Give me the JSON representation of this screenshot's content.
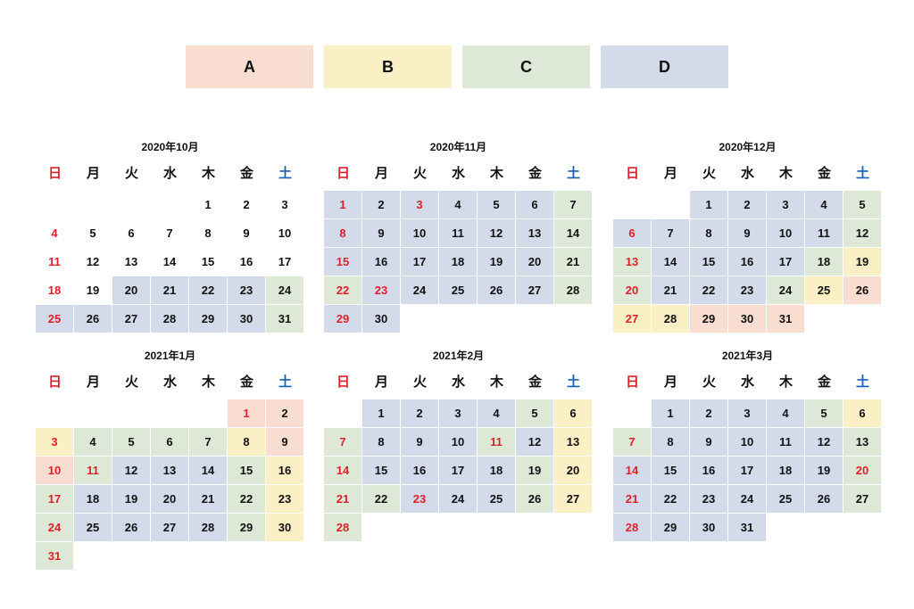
{
  "legend": [
    {
      "label": "A",
      "color": "#f8ddd0"
    },
    {
      "label": "B",
      "color": "#fbefc6"
    },
    {
      "label": "C",
      "color": "#dde9d6"
    },
    {
      "label": "D",
      "color": "#d3dbeb"
    }
  ],
  "weekdays": [
    "日",
    "月",
    "火",
    "水",
    "木",
    "金",
    "土"
  ],
  "months": [
    {
      "title": "2020年10月",
      "weeks": [
        [
          null,
          null,
          null,
          null,
          {
            "day": "1"
          },
          {
            "day": "2"
          },
          {
            "day": "3"
          }
        ],
        [
          {
            "day": "4",
            "red": true
          },
          {
            "day": "5"
          },
          {
            "day": "6"
          },
          {
            "day": "7"
          },
          {
            "day": "8"
          },
          {
            "day": "9"
          },
          {
            "day": "10"
          }
        ],
        [
          {
            "day": "11",
            "red": true
          },
          {
            "day": "12"
          },
          {
            "day": "13"
          },
          {
            "day": "14"
          },
          {
            "day": "15"
          },
          {
            "day": "16"
          },
          {
            "day": "17"
          }
        ],
        [
          {
            "day": "18",
            "red": true
          },
          {
            "day": "19"
          },
          {
            "day": "20",
            "cat": "D"
          },
          {
            "day": "21",
            "cat": "D"
          },
          {
            "day": "22",
            "cat": "D"
          },
          {
            "day": "23",
            "cat": "D"
          },
          {
            "day": "24",
            "cat": "C"
          }
        ],
        [
          {
            "day": "25",
            "red": true,
            "cat": "D"
          },
          {
            "day": "26",
            "cat": "D"
          },
          {
            "day": "27",
            "cat": "D"
          },
          {
            "day": "28",
            "cat": "D"
          },
          {
            "day": "29",
            "cat": "D"
          },
          {
            "day": "30",
            "cat": "D"
          },
          {
            "day": "31",
            "cat": "C"
          }
        ]
      ]
    },
    {
      "title": "2020年11月",
      "weeks": [
        [
          {
            "day": "1",
            "red": true,
            "cat": "D"
          },
          {
            "day": "2",
            "cat": "D"
          },
          {
            "day": "3",
            "red": true,
            "cat": "D"
          },
          {
            "day": "4",
            "cat": "D"
          },
          {
            "day": "5",
            "cat": "D"
          },
          {
            "day": "6",
            "cat": "D"
          },
          {
            "day": "7",
            "cat": "C"
          }
        ],
        [
          {
            "day": "8",
            "red": true,
            "cat": "D"
          },
          {
            "day": "9",
            "cat": "D"
          },
          {
            "day": "10",
            "cat": "D"
          },
          {
            "day": "11",
            "cat": "D"
          },
          {
            "day": "12",
            "cat": "D"
          },
          {
            "day": "13",
            "cat": "D"
          },
          {
            "day": "14",
            "cat": "C"
          }
        ],
        [
          {
            "day": "15",
            "red": true,
            "cat": "D"
          },
          {
            "day": "16",
            "cat": "D"
          },
          {
            "day": "17",
            "cat": "D"
          },
          {
            "day": "18",
            "cat": "D"
          },
          {
            "day": "19",
            "cat": "D"
          },
          {
            "day": "20",
            "cat": "D"
          },
          {
            "day": "21",
            "cat": "C"
          }
        ],
        [
          {
            "day": "22",
            "red": true,
            "cat": "C"
          },
          {
            "day": "23",
            "red": true,
            "cat": "D"
          },
          {
            "day": "24",
            "cat": "D"
          },
          {
            "day": "25",
            "cat": "D"
          },
          {
            "day": "26",
            "cat": "D"
          },
          {
            "day": "27",
            "cat": "D"
          },
          {
            "day": "28",
            "cat": "C"
          }
        ],
        [
          {
            "day": "29",
            "red": true,
            "cat": "D"
          },
          {
            "day": "30",
            "cat": "D"
          },
          null,
          null,
          null,
          null,
          null
        ]
      ]
    },
    {
      "title": "2020年12月",
      "weeks": [
        [
          null,
          null,
          {
            "day": "1",
            "cat": "D"
          },
          {
            "day": "2",
            "cat": "D"
          },
          {
            "day": "3",
            "cat": "D"
          },
          {
            "day": "4",
            "cat": "D"
          },
          {
            "day": "5",
            "cat": "C"
          }
        ],
        [
          {
            "day": "6",
            "red": true,
            "cat": "D"
          },
          {
            "day": "7",
            "cat": "D"
          },
          {
            "day": "8",
            "cat": "D"
          },
          {
            "day": "9",
            "cat": "D"
          },
          {
            "day": "10",
            "cat": "D"
          },
          {
            "day": "11",
            "cat": "D"
          },
          {
            "day": "12",
            "cat": "C"
          }
        ],
        [
          {
            "day": "13",
            "red": true,
            "cat": "C"
          },
          {
            "day": "14",
            "cat": "D"
          },
          {
            "day": "15",
            "cat": "D"
          },
          {
            "day": "16",
            "cat": "D"
          },
          {
            "day": "17",
            "cat": "D"
          },
          {
            "day": "18",
            "cat": "C"
          },
          {
            "day": "19",
            "cat": "B"
          }
        ],
        [
          {
            "day": "20",
            "red": true,
            "cat": "C"
          },
          {
            "day": "21",
            "cat": "D"
          },
          {
            "day": "22",
            "cat": "D"
          },
          {
            "day": "23",
            "cat": "D"
          },
          {
            "day": "24",
            "cat": "C"
          },
          {
            "day": "25",
            "cat": "B"
          },
          {
            "day": "26",
            "cat": "A"
          }
        ],
        [
          {
            "day": "27",
            "red": true,
            "cat": "B"
          },
          {
            "day": "28",
            "cat": "B"
          },
          {
            "day": "29",
            "cat": "A"
          },
          {
            "day": "30",
            "cat": "A"
          },
          {
            "day": "31",
            "cat": "A"
          },
          null,
          null
        ]
      ]
    },
    {
      "title": "2021年1月",
      "weeks": [
        [
          null,
          null,
          null,
          null,
          null,
          {
            "day": "1",
            "red": true,
            "cat": "A"
          },
          {
            "day": "2",
            "cat": "A"
          }
        ],
        [
          {
            "day": "3",
            "red": true,
            "cat": "B"
          },
          {
            "day": "4",
            "cat": "C"
          },
          {
            "day": "5",
            "cat": "C"
          },
          {
            "day": "6",
            "cat": "C"
          },
          {
            "day": "7",
            "cat": "C"
          },
          {
            "day": "8",
            "cat": "B"
          },
          {
            "day": "9",
            "cat": "A"
          }
        ],
        [
          {
            "day": "10",
            "red": true,
            "cat": "A"
          },
          {
            "day": "11",
            "red": true,
            "cat": "C"
          },
          {
            "day": "12",
            "cat": "D"
          },
          {
            "day": "13",
            "cat": "D"
          },
          {
            "day": "14",
            "cat": "D"
          },
          {
            "day": "15",
            "cat": "C"
          },
          {
            "day": "16",
            "cat": "B"
          }
        ],
        [
          {
            "day": "17",
            "red": true,
            "cat": "C"
          },
          {
            "day": "18",
            "cat": "D"
          },
          {
            "day": "19",
            "cat": "D"
          },
          {
            "day": "20",
            "cat": "D"
          },
          {
            "day": "21",
            "cat": "D"
          },
          {
            "day": "22",
            "cat": "C"
          },
          {
            "day": "23",
            "cat": "B"
          }
        ],
        [
          {
            "day": "24",
            "red": true,
            "cat": "C"
          },
          {
            "day": "25",
            "cat": "D"
          },
          {
            "day": "26",
            "cat": "D"
          },
          {
            "day": "27",
            "cat": "D"
          },
          {
            "day": "28",
            "cat": "D"
          },
          {
            "day": "29",
            "cat": "C"
          },
          {
            "day": "30",
            "cat": "B"
          }
        ],
        [
          {
            "day": "31",
            "red": true,
            "cat": "C"
          },
          null,
          null,
          null,
          null,
          null,
          null
        ]
      ]
    },
    {
      "title": "2021年2月",
      "weeks": [
        [
          null,
          {
            "day": "1",
            "cat": "D"
          },
          {
            "day": "2",
            "cat": "D"
          },
          {
            "day": "3",
            "cat": "D"
          },
          {
            "day": "4",
            "cat": "D"
          },
          {
            "day": "5",
            "cat": "C"
          },
          {
            "day": "6",
            "cat": "B"
          }
        ],
        [
          {
            "day": "7",
            "red": true,
            "cat": "C"
          },
          {
            "day": "8",
            "cat": "D"
          },
          {
            "day": "9",
            "cat": "D"
          },
          {
            "day": "10",
            "cat": "D"
          },
          {
            "day": "11",
            "red": true,
            "cat": "C"
          },
          {
            "day": "12",
            "cat": "D"
          },
          {
            "day": "13",
            "cat": "B"
          }
        ],
        [
          {
            "day": "14",
            "red": true,
            "cat": "C"
          },
          {
            "day": "15",
            "cat": "D"
          },
          {
            "day": "16",
            "cat": "D"
          },
          {
            "day": "17",
            "cat": "D"
          },
          {
            "day": "18",
            "cat": "D"
          },
          {
            "day": "19",
            "cat": "C"
          },
          {
            "day": "20",
            "cat": "B"
          }
        ],
        [
          {
            "day": "21",
            "red": true,
            "cat": "C"
          },
          {
            "day": "22",
            "cat": "C"
          },
          {
            "day": "23",
            "red": true,
            "cat": "D"
          },
          {
            "day": "24",
            "cat": "D"
          },
          {
            "day": "25",
            "cat": "D"
          },
          {
            "day": "26",
            "cat": "C"
          },
          {
            "day": "27",
            "cat": "B"
          }
        ],
        [
          {
            "day": "28",
            "red": true,
            "cat": "C"
          },
          null,
          null,
          null,
          null,
          null,
          null
        ]
      ]
    },
    {
      "title": "2021年3月",
      "weeks": [
        [
          null,
          {
            "day": "1",
            "cat": "D"
          },
          {
            "day": "2",
            "cat": "D"
          },
          {
            "day": "3",
            "cat": "D"
          },
          {
            "day": "4",
            "cat": "D"
          },
          {
            "day": "5",
            "cat": "C"
          },
          {
            "day": "6",
            "cat": "B"
          }
        ],
        [
          {
            "day": "7",
            "red": true,
            "cat": "C"
          },
          {
            "day": "8",
            "cat": "D"
          },
          {
            "day": "9",
            "cat": "D"
          },
          {
            "day": "10",
            "cat": "D"
          },
          {
            "day": "11",
            "cat": "D"
          },
          {
            "day": "12",
            "cat": "D"
          },
          {
            "day": "13",
            "cat": "C"
          }
        ],
        [
          {
            "day": "14",
            "red": true,
            "cat": "D"
          },
          {
            "day": "15",
            "cat": "D"
          },
          {
            "day": "16",
            "cat": "D"
          },
          {
            "day": "17",
            "cat": "D"
          },
          {
            "day": "18",
            "cat": "D"
          },
          {
            "day": "19",
            "cat": "D"
          },
          {
            "day": "20",
            "red": true,
            "cat": "C"
          }
        ],
        [
          {
            "day": "21",
            "red": true,
            "cat": "D"
          },
          {
            "day": "22",
            "cat": "D"
          },
          {
            "day": "23",
            "cat": "D"
          },
          {
            "day": "24",
            "cat": "D"
          },
          {
            "day": "25",
            "cat": "D"
          },
          {
            "day": "26",
            "cat": "D"
          },
          {
            "day": "27",
            "cat": "C"
          }
        ],
        [
          {
            "day": "28",
            "red": true,
            "cat": "D"
          },
          {
            "day": "29",
            "cat": "D"
          },
          {
            "day": "30",
            "cat": "D"
          },
          {
            "day": "31",
            "cat": "D"
          },
          null,
          null,
          null
        ]
      ]
    }
  ]
}
